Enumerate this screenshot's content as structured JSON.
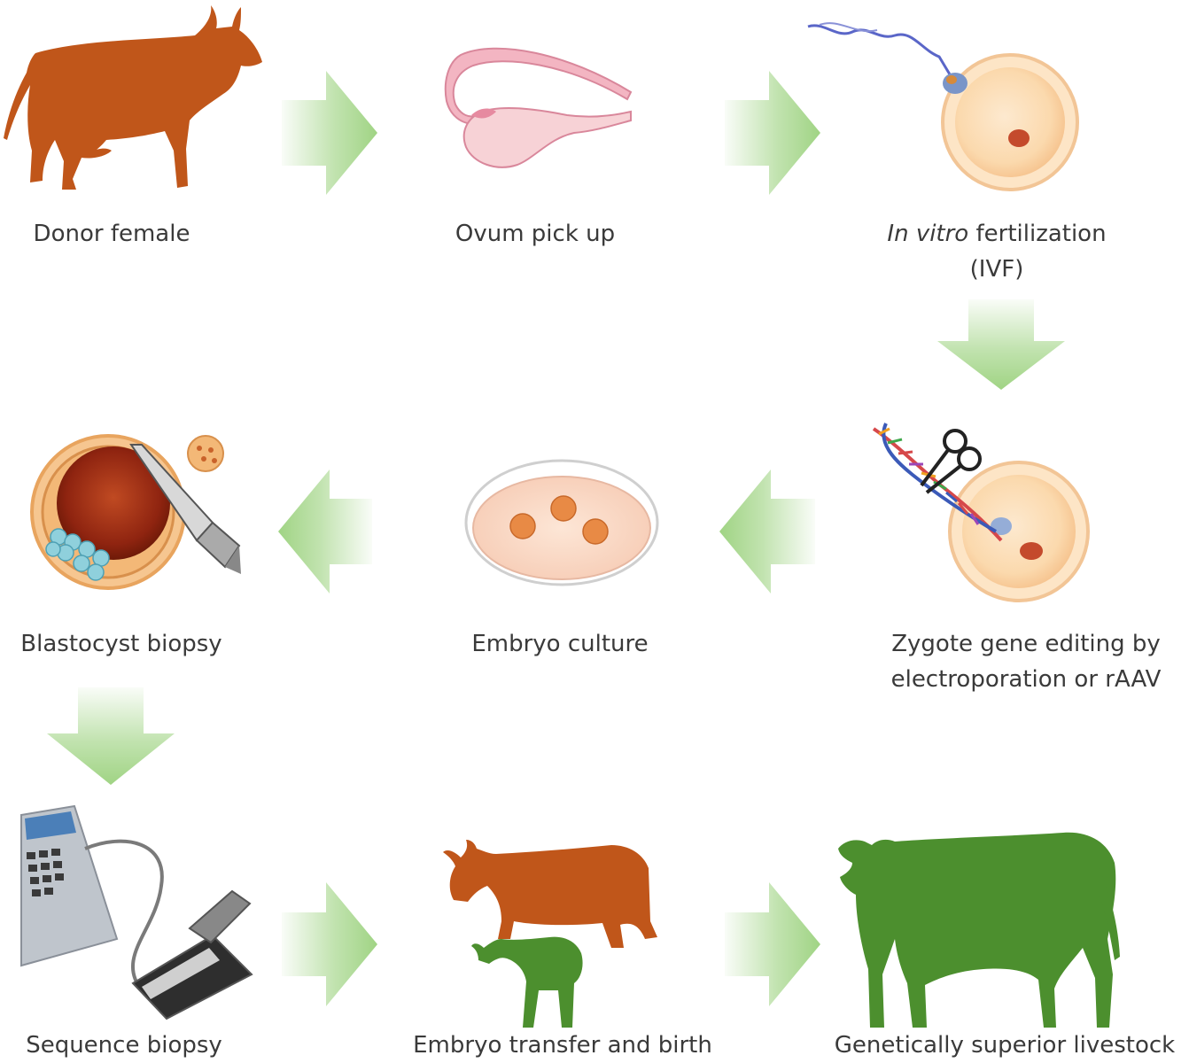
{
  "colors": {
    "donor_cow": "#c0561a",
    "superior_cow": "#4c8f2e",
    "arrow": "#8fcc6e",
    "oocyte": "#fbdcb4",
    "nucleus": "#c44a2c"
  },
  "steps": {
    "donor_female": {
      "line1": "Donor female"
    },
    "ovum_pick_up": {
      "line1": "Ovum pick up"
    },
    "ivf": {
      "line1_italic": "In vitro",
      "line1_rest": " fertilization",
      "line2": "(IVF)"
    },
    "zygote_editing": {
      "line1": "Zygote gene editing by",
      "line2": "electroporation or rAAV"
    },
    "embryo_culture": {
      "line1": "Embryo culture"
    },
    "blastocyst_biopsy": {
      "line1": "Blastocyst biopsy"
    },
    "sequence_biopsy": {
      "line1": "Sequence biopsy"
    },
    "embryo_transfer": {
      "line1": "Embryo transfer and birth"
    },
    "superior_livestock": {
      "line1": "Genetically superior livestock"
    }
  },
  "arrows": [
    {
      "from": "donor_female",
      "to": "ovum_pick_up",
      "direction": "right"
    },
    {
      "from": "ovum_pick_up",
      "to": "ivf",
      "direction": "right"
    },
    {
      "from": "ivf",
      "to": "zygote_editing",
      "direction": "down"
    },
    {
      "from": "zygote_editing",
      "to": "embryo_culture",
      "direction": "left"
    },
    {
      "from": "embryo_culture",
      "to": "blastocyst_biopsy",
      "direction": "left"
    },
    {
      "from": "blastocyst_biopsy",
      "to": "sequence_biopsy",
      "direction": "down"
    },
    {
      "from": "sequence_biopsy",
      "to": "embryo_transfer",
      "direction": "right"
    },
    {
      "from": "embryo_transfer",
      "to": "superior_livestock",
      "direction": "right"
    }
  ]
}
